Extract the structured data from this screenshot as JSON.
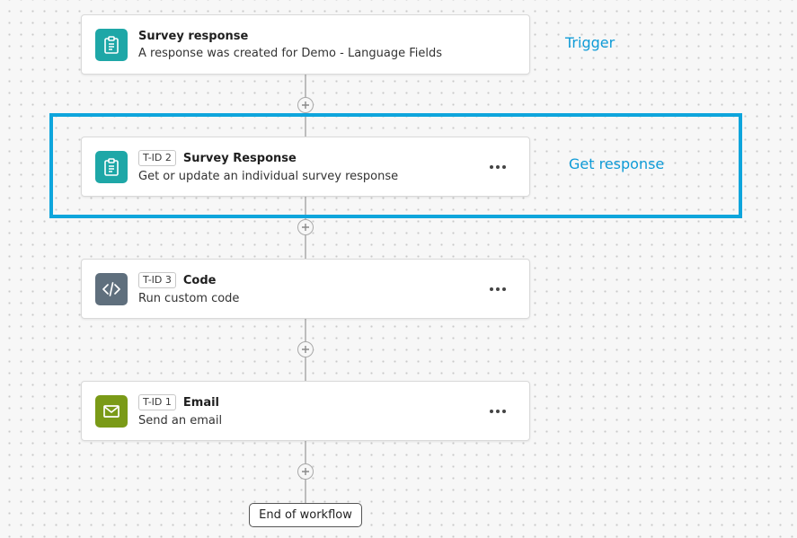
{
  "trigger": {
    "title": "Survey response",
    "description": "A response was created for Demo - Language Fields",
    "icon": "clipboard-icon",
    "icon_color": "#1ea7a7",
    "side_label": "Trigger"
  },
  "tasks": [
    {
      "tid": "T-ID 2",
      "title": "Survey Response",
      "description": "Get or update an individual survey response",
      "icon": "clipboard-icon",
      "icon_color": "#1ea7a7",
      "side_label": "Get response"
    },
    {
      "tid": "T-ID 3",
      "title": "Code",
      "description": "Run custom code",
      "icon": "code-icon",
      "icon_color": "#5f6f7d"
    },
    {
      "tid": "T-ID 1",
      "title": "Email",
      "description": "Send an email",
      "icon": "envelope-icon",
      "icon_color": "#7a9a17"
    }
  ],
  "footer": {
    "end_label": "End of workflow"
  },
  "colors": {
    "highlight": "#0ea5dc",
    "label_text": "#0f9bd7"
  }
}
